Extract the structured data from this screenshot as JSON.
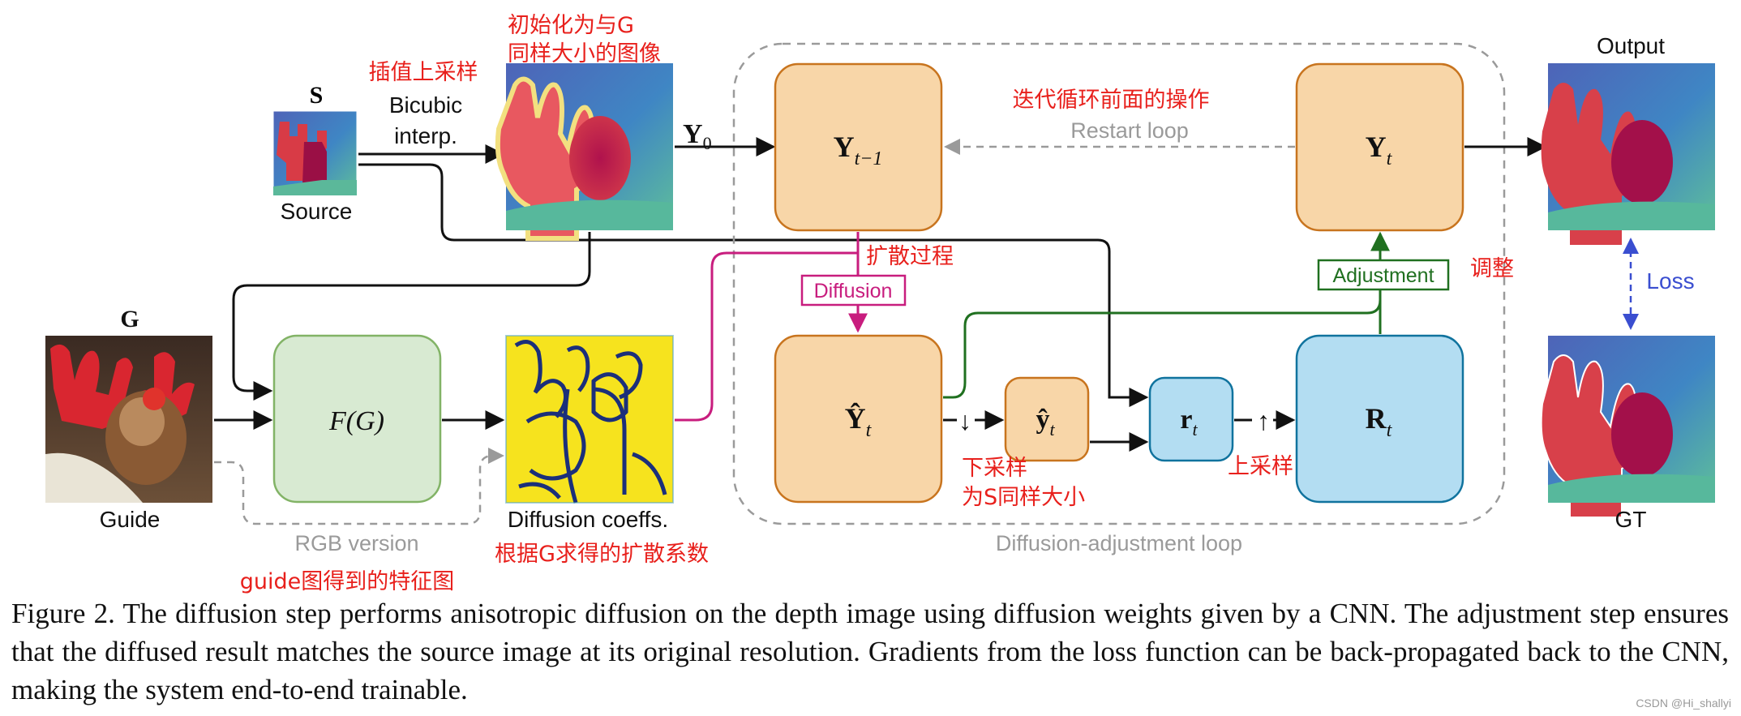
{
  "colors": {
    "annotation_red": "#e8201c",
    "orange_fill": "#f8d6a8",
    "orange_stroke": "#c8741e",
    "green_fill": "#d8ead2",
    "green_stroke": "#82b366",
    "blue_fill": "#b3ddf2",
    "blue_stroke": "#10739e",
    "magenta": "#c81d7e",
    "adjust_green": "#207020",
    "loss_blue": "#3a4ed0",
    "dashed_gray": "#9a9a9a"
  },
  "icons": {
    "source": "low-resolution-depth-map-thumbnail",
    "upsampled": "bicubic-upsampled-depth-map",
    "guide": "rgb-guide-photo-reindeer-plush",
    "coeffs": "diffusion-coefficient-map",
    "output": "predicted-depth-map",
    "gt": "ground-truth-depth-map"
  },
  "labels": {
    "source_symbol": "S",
    "source_caption": "Source",
    "guide_symbol": "G",
    "guide_caption": "Guide",
    "bicubic_line1": "Bicubic",
    "bicubic_line2": "interp.",
    "y0": "Y",
    "y0_sub": "0",
    "f_g": "F(G)",
    "coeffs_caption": "Diffusion coeffs.",
    "rgb_version": "RGB version",
    "diffusion_tag": "Diffusion",
    "adjustment_tag": "Adjustment",
    "restart_loop": "Restart loop",
    "loop_caption": "Diffusion-adjustment loop",
    "output_caption": "Output",
    "gt_caption": "GT",
    "loss": "Loss",
    "down_arrow_glyph": "↓",
    "up_arrow_glyph": "↑"
  },
  "nodes": {
    "y_prev": "Y",
    "y_prev_sub": "t−1",
    "y_t": "Y",
    "y_t_sub": "t",
    "y_hat_t": "Ŷ",
    "y_hat_t_sub": "t",
    "y_small": "ŷ",
    "y_small_sub": "t",
    "r_small": "r",
    "r_small_sub": "t",
    "r_big": "R",
    "r_big_sub": "t"
  },
  "annotations": {
    "upsample": "插值上采样",
    "init_line1": "初始化为与G",
    "init_line2": "同样大小的图像",
    "iterate": "迭代循环前面的操作",
    "diffusion_process": "扩散过程",
    "adjust": "调整",
    "downsample_line1": "下采样",
    "downsample_line2": "为S同样大小",
    "upsample2": "上采样",
    "coeffs_cn": "根据G求得的扩散系数",
    "feature_cn": "guide图得到的特征图"
  },
  "caption": "Figure 2. The diffusion step performs anisotropic diffusion on the depth image using diffusion weights given by a CNN. The adjustment step ensures that the diffused result matches the source image at its original resolution. Gradients from the loss function can be back-propagated back to the CNN, making the system end-to-end trainable.",
  "watermark": "CSDN @Hi_shallyi"
}
